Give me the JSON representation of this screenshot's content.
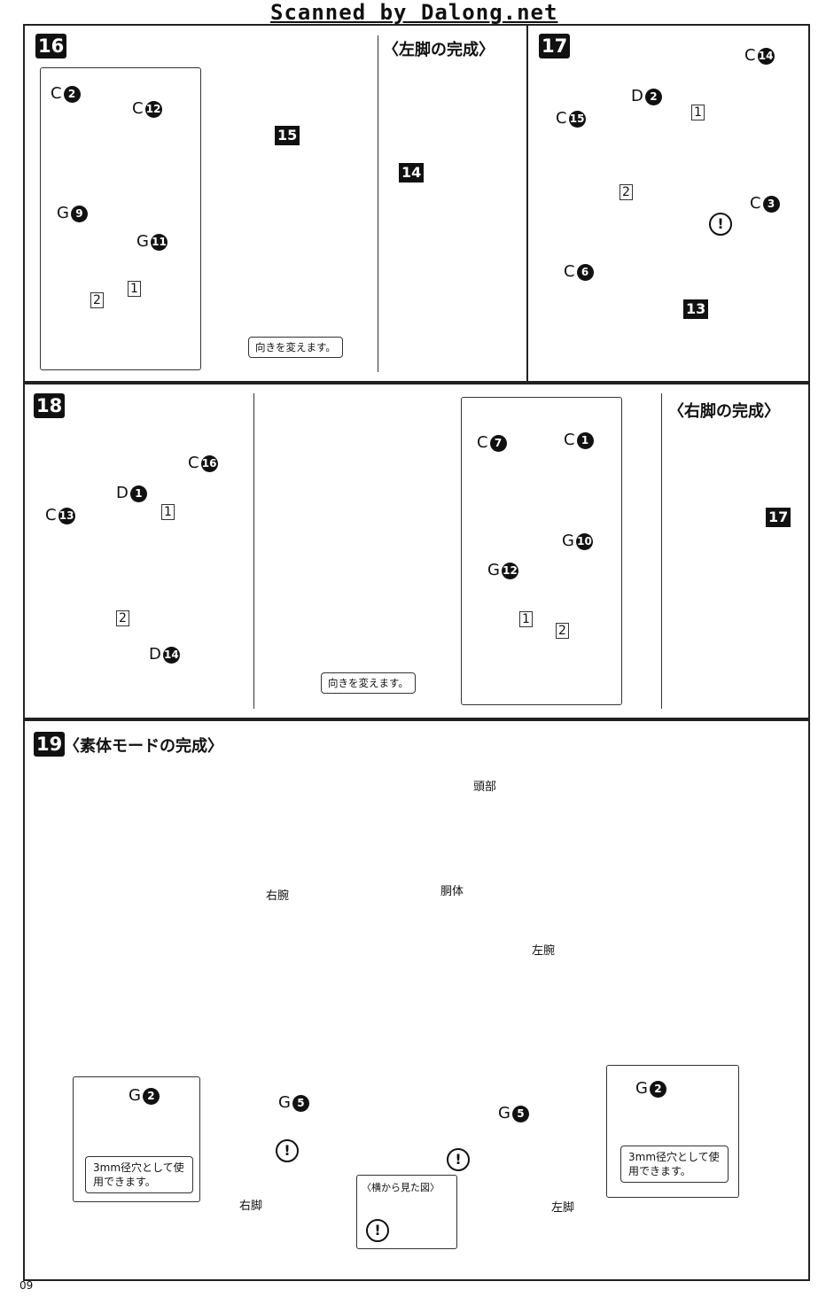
{
  "header": {
    "title": "Scanned by Dalong.net"
  },
  "page_number": "09",
  "step16": {
    "number": "16",
    "heading": "〈左脚の完成〉",
    "parts": [
      {
        "letter": "C",
        "num": "2"
      },
      {
        "letter": "C",
        "num": "12"
      },
      {
        "letter": "G",
        "num": "9"
      },
      {
        "letter": "G",
        "num": "11"
      }
    ],
    "steps": [
      "2",
      "1"
    ],
    "labels": [
      "15",
      "14"
    ],
    "note": "向きを変えます。"
  },
  "step17": {
    "number": "17",
    "parts": [
      {
        "letter": "C",
        "num": "14"
      },
      {
        "letter": "D",
        "num": "2"
      },
      {
        "letter": "C",
        "num": "15"
      },
      {
        "letter": "C",
        "num": "3"
      },
      {
        "letter": "C",
        "num": "6"
      }
    ],
    "steps": [
      "1",
      "2"
    ],
    "label": "13",
    "warn": "!"
  },
  "step18": {
    "number": "18",
    "heading": "〈右脚の完成〉",
    "parts": [
      {
        "letter": "C",
        "num": "16"
      },
      {
        "letter": "D",
        "num": "1"
      },
      {
        "letter": "C",
        "num": "13"
      },
      {
        "letter": "D",
        "num": "14"
      },
      {
        "letter": "C",
        "num": "7"
      },
      {
        "letter": "C",
        "num": "1"
      },
      {
        "letter": "G",
        "num": "10"
      },
      {
        "letter": "G",
        "num": "12"
      }
    ],
    "steps": [
      "1",
      "2",
      "1",
      "2"
    ],
    "label": "17",
    "note": "向きを変えます。"
  },
  "step19": {
    "number": "19",
    "heading": "〈素体モードの完成〉",
    "labels": {
      "head": "頭部",
      "torso": "胴体",
      "right_arm": "右腕",
      "left_arm": "左腕",
      "right_leg": "右脚",
      "left_leg": "左脚"
    },
    "parts": [
      {
        "letter": "G",
        "num": "5"
      },
      {
        "letter": "G",
        "num": "5"
      },
      {
        "letter": "G",
        "num": "2"
      },
      {
        "letter": "G",
        "num": "2"
      }
    ],
    "side_view": "〈横から見た図〉",
    "hole_note": "3mm径穴として使用できます。",
    "warn": "!"
  }
}
